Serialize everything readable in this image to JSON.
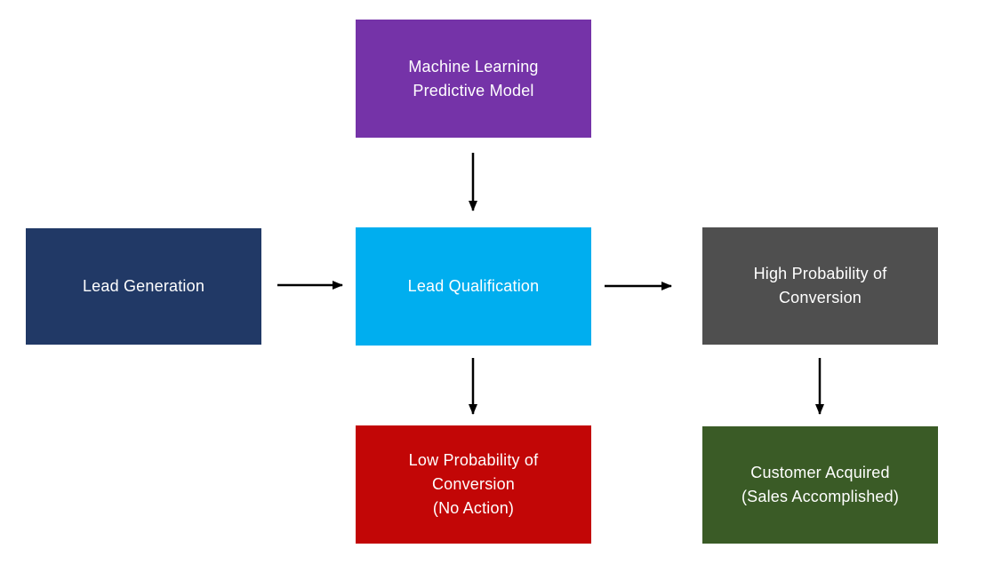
{
  "page": {
    "background_color": "#ffffff"
  },
  "diagram": {
    "type": "flowchart",
    "arrow_color": "#000000",
    "text_color": "#ffffff",
    "nodes": [
      {
        "id": "ml-predictive-model",
        "lines": [
          "Machine Learning",
          "Predictive Model"
        ],
        "color": "#7533A8"
      },
      {
        "id": "lead-generation",
        "lines": [
          "Lead Generation"
        ],
        "color": "#213966"
      },
      {
        "id": "lead-qualification",
        "lines": [
          "Lead Qualification"
        ],
        "color": "#00AEEF"
      },
      {
        "id": "high-probability",
        "lines": [
          "High Probability of",
          "Conversion"
        ],
        "color": "#4F4F4F"
      },
      {
        "id": "low-probability",
        "lines": [
          "Low Probability of",
          "Conversion",
          "(No Action)"
        ],
        "color": "#C20606"
      },
      {
        "id": "customer-acquired",
        "lines": [
          "Customer Acquired",
          "(Sales Accomplished)"
        ],
        "color": "#3A5B26"
      }
    ],
    "edges": [
      {
        "from": "ml-predictive-model",
        "to": "lead-qualification"
      },
      {
        "from": "lead-generation",
        "to": "lead-qualification"
      },
      {
        "from": "lead-qualification",
        "to": "high-probability"
      },
      {
        "from": "lead-qualification",
        "to": "low-probability"
      },
      {
        "from": "high-probability",
        "to": "customer-acquired"
      }
    ]
  }
}
